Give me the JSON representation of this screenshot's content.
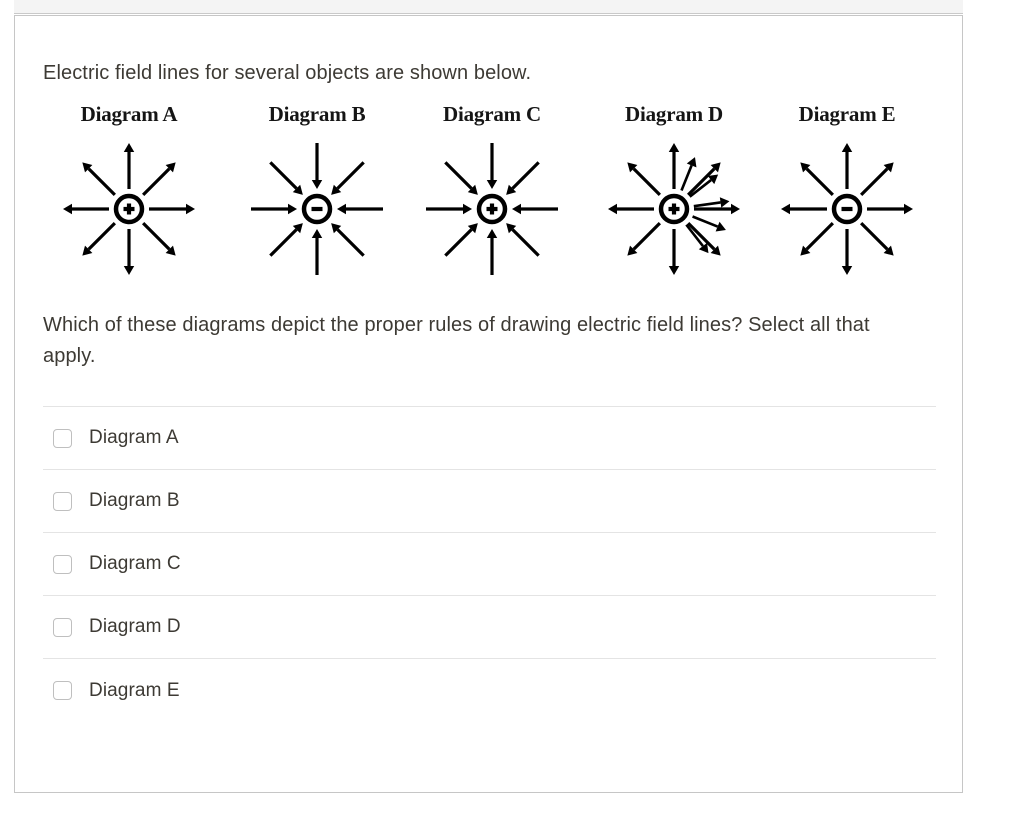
{
  "page": {
    "intro_text": "Electric field lines for several objects are shown below.",
    "question_text": "Which of these diagrams depict the proper rules of drawing electric field lines? Select all that apply."
  },
  "diagrams": [
    {
      "label": "Diagram A",
      "charge": "+",
      "charge_sign": "positive",
      "direction": "outward",
      "line_count": 8,
      "spacing": "even"
    },
    {
      "label": "Diagram B",
      "charge": "−",
      "charge_sign": "negative",
      "direction": "inward",
      "line_count": 8,
      "spacing": "even"
    },
    {
      "label": "Diagram C",
      "charge": "+",
      "charge_sign": "positive",
      "direction": "inward",
      "line_count": 8,
      "spacing": "even"
    },
    {
      "label": "Diagram D",
      "charge": "+",
      "charge_sign": "positive",
      "direction": "outward",
      "line_count": 8,
      "spacing": "uneven",
      "extra_line_angles": [
        -68,
        -38,
        -8,
        22,
        52
      ]
    },
    {
      "label": "Diagram E",
      "charge": "−",
      "charge_sign": "negative",
      "direction": "outward",
      "line_count": 8,
      "spacing": "even"
    }
  ],
  "options": [
    {
      "label": "Diagram A",
      "checked": false
    },
    {
      "label": "Diagram B",
      "checked": false
    },
    {
      "label": "Diagram C",
      "checked": false
    },
    {
      "label": "Diagram D",
      "checked": false
    },
    {
      "label": "Diagram E",
      "checked": false
    }
  ],
  "colors": {
    "text": "#3d3a34",
    "label_text": "#151515",
    "card_border": "#c6c6c6",
    "divider": "#e4e4e4",
    "checkbox_border": "#bfbfbf",
    "strip_background": "#f4f4f4",
    "diagram_ink": "#000000"
  }
}
